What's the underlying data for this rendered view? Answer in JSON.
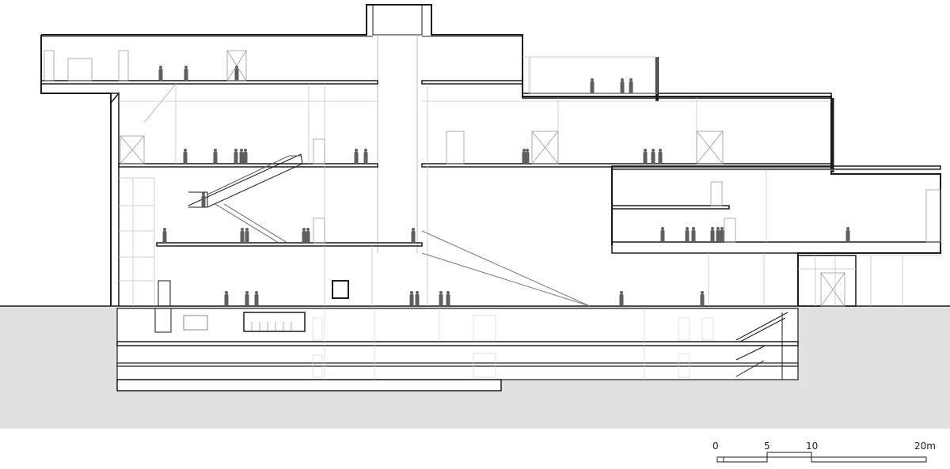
{
  "drawing": {
    "type": "architectural-section",
    "colors": {
      "ground": "#e1e1e1",
      "line": "#1a1a1a",
      "thin_line": "#bdbdbd",
      "figure": "#5f5f5f",
      "background": "#ffffff"
    },
    "scale_bar": {
      "labels": [
        "0",
        "5",
        "10",
        "20m"
      ]
    }
  }
}
